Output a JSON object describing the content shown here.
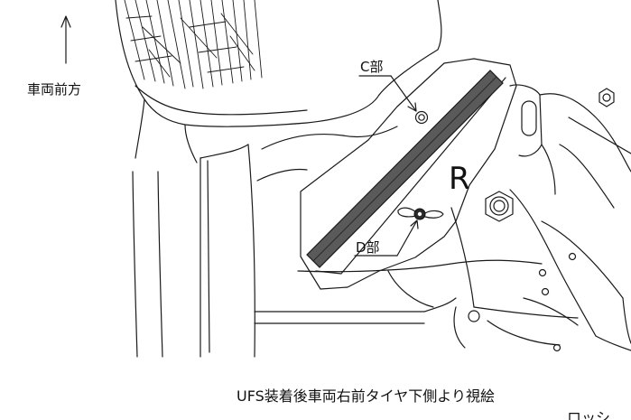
{
  "labels": {
    "forward": "車両前方",
    "part_c": "C部",
    "part_d": "D部",
    "side_r": "R",
    "caption": "UFS装着後車両右前タイヤ下側より視絵",
    "cut_text": "ロッシ"
  }
}
